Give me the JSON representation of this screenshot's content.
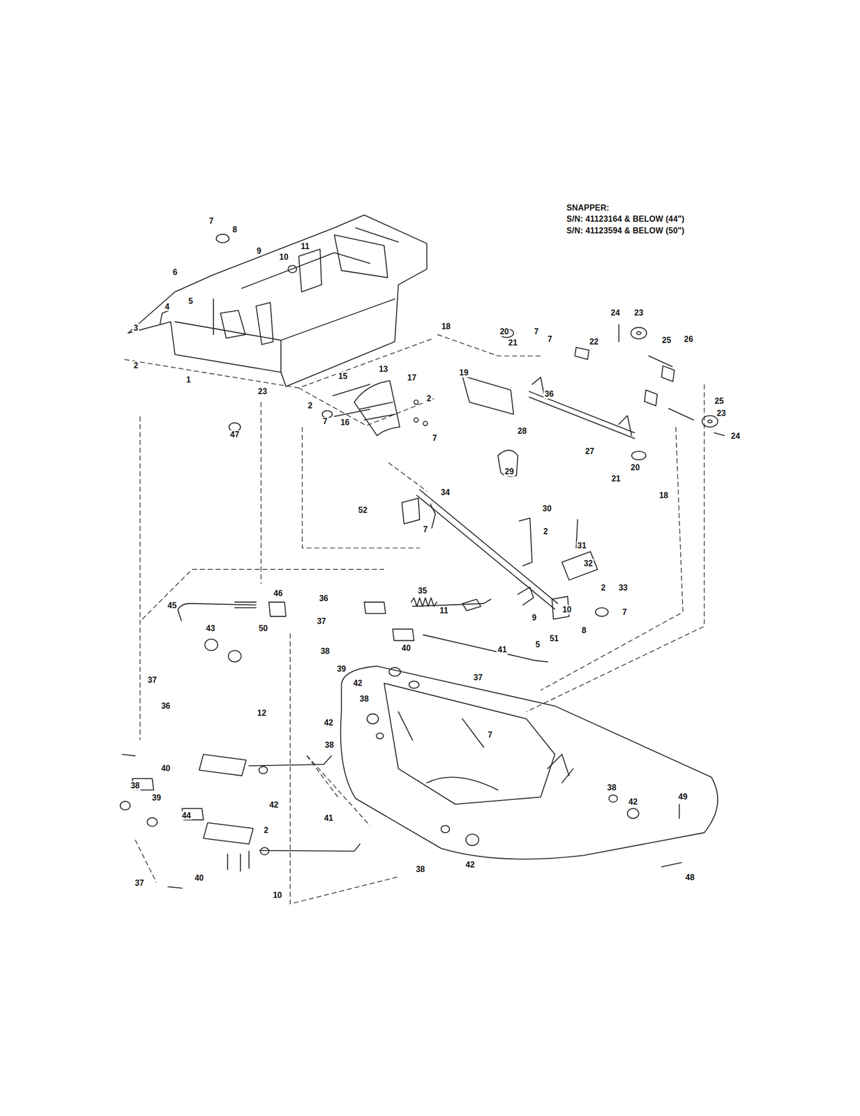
{
  "diagram": {
    "labels": [
      "SNAPPER:",
      "S/N: 41123164 & BELOW (44\")",
      "S/N: 41123594 & BELOW (50\")",
      "7",
      "8",
      "9",
      "10",
      "11",
      "6",
      "5",
      "4",
      "3",
      "2",
      "1",
      "23",
      "47",
      "2",
      "7",
      "15",
      "13",
      "17",
      "2",
      "16",
      "7",
      "18",
      "20",
      "21",
      "7",
      "19",
      "28",
      "7",
      "22",
      "24",
      "23",
      "25",
      "26",
      "36",
      "25",
      "23",
      "24",
      "27",
      "21",
      "20",
      "18",
      "29",
      "30",
      "52",
      "34",
      "7",
      "2",
      "31",
      "32",
      "2",
      "33",
      "35",
      "11",
      "9",
      "5",
      "10",
      "51",
      "8",
      "7",
      "46",
      "45",
      "50",
      "43",
      "36",
      "37",
      "38",
      "40",
      "41",
      "39",
      "42",
      "37",
      "38",
      "37",
      "36",
      "12",
      "42",
      "38",
      "7",
      "40",
      "38",
      "39",
      "44",
      "42",
      "41",
      "2",
      "40",
      "37",
      "10",
      "38",
      "42",
      "38",
      "42",
      "49",
      "48"
    ]
  }
}
